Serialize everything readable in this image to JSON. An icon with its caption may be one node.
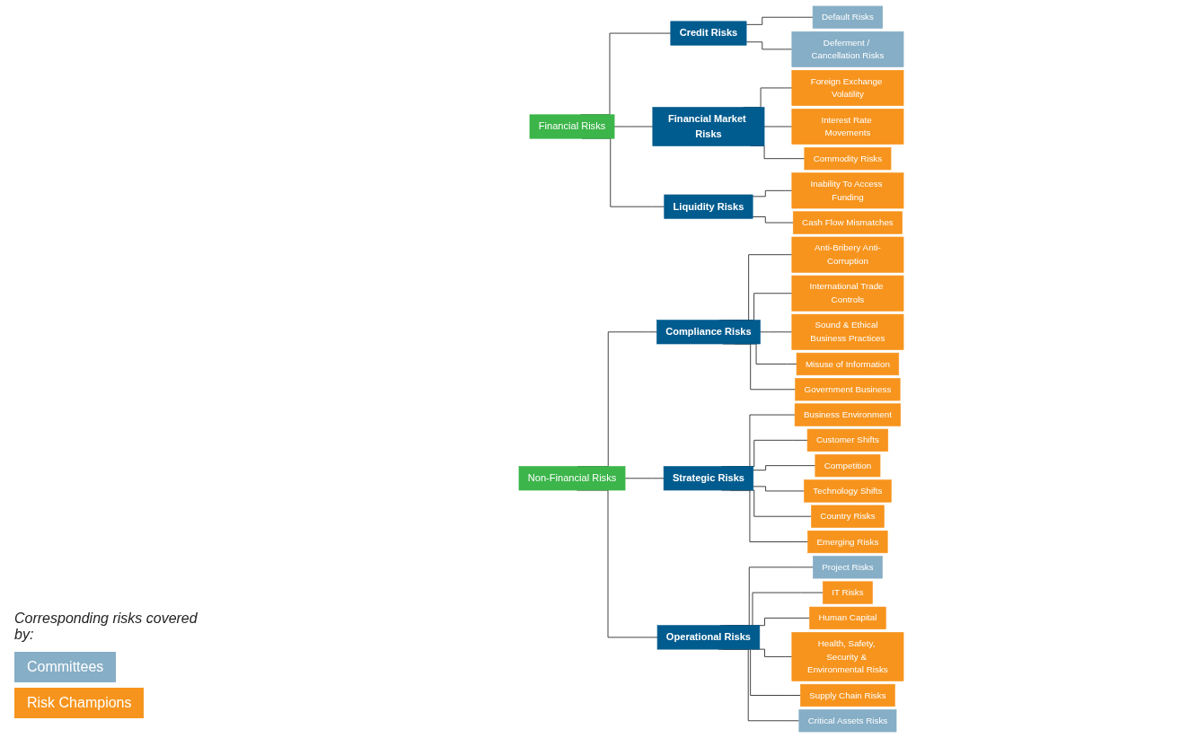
{
  "diagram": {
    "nodes": [
      {
        "text": [
          "Financial Risks"
        ]
      },
      {
        "text": [
          "Non-Financial Risks"
        ]
      },
      {
        "text": [
          "Credit Risks"
        ]
      },
      {
        "text": [
          "Financial Market Risks"
        ]
      },
      {
        "text": [
          "Liquidity Risks"
        ]
      },
      {
        "text": [
          "Compliance Risks"
        ]
      },
      {
        "text": [
          "Strategic Risks"
        ]
      },
      {
        "text": [
          "Operational Risks"
        ]
      },
      {
        "text": [
          "Default Risks"
        ]
      },
      {
        "text": [
          "Deferment / Cancellation Risks"
        ]
      },
      {
        "text": [
          "Foreign Exchange Volatility"
        ]
      },
      {
        "text": [
          "Interest Rate Movements"
        ]
      },
      {
        "text": [
          "Commodity Risks"
        ]
      },
      {
        "text": [
          "Inability To Access Funding"
        ]
      },
      {
        "text": [
          "Cash Flow Mismatches"
        ]
      },
      {
        "text": [
          "Anti-Bribery Anti-Corruption"
        ]
      },
      {
        "text": [
          "International Trade Controls"
        ]
      },
      {
        "text": [
          "Sound & Ethical Business Practices"
        ]
      },
      {
        "text": [
          "Misuse of Information"
        ]
      },
      {
        "text": [
          "Government Business"
        ]
      },
      {
        "text": [
          "Business Environment"
        ]
      },
      {
        "text": [
          "Customer Shifts"
        ]
      },
      {
        "text": [
          "Competition"
        ]
      },
      {
        "text": [
          "Technology Shifts"
        ]
      },
      {
        "text": [
          "Country Risks"
        ]
      },
      {
        "text": [
          "Emerging Risks"
        ]
      },
      {
        "text": [
          "Project Risks"
        ]
      },
      {
        "text": [
          "IT Risks"
        ]
      },
      {
        "text": [
          "Human Capital"
        ]
      },
      {
        "text": [
          "Health, Safety, Security & Environmental Risks"
        ]
      },
      {
        "text": [
          "Supply Chain Risks"
        ]
      },
      {
        "text": [
          "Critical Assets Risks"
        ]
      }
    ],
    "edges": [
      {
        "from": 0,
        "to": 2,
        "arrow": "none"
      },
      {
        "from": 0,
        "to": 3,
        "arrow": "none"
      },
      {
        "from": 0,
        "to": 4,
        "arrow": "none"
      },
      {
        "from": 1,
        "to": 5,
        "arrow": "none"
      },
      {
        "from": 1,
        "to": 6,
        "arrow": "none"
      },
      {
        "from": 1,
        "to": 7,
        "arrow": "none"
      },
      {
        "from": 2,
        "to": 8,
        "arrow": "none"
      },
      {
        "from": 2,
        "to": 9,
        "arrow": "none"
      },
      {
        "from": 3,
        "to": 10,
        "arrow": "none"
      },
      {
        "from": 3,
        "to": 11,
        "arrow": "none"
      },
      {
        "from": 3,
        "to": 12,
        "arrow": "none"
      },
      {
        "from": 4,
        "to": 13,
        "arrow": "none"
      },
      {
        "from": 4,
        "to": 14,
        "arrow": "none"
      },
      {
        "from": 5,
        "to": 15,
        "arrow": "none"
      },
      {
        "from": 5,
        "to": 16,
        "arrow": "none"
      },
      {
        "from": 5,
        "to": 17,
        "arrow": "none"
      },
      {
        "from": 5,
        "to": 18,
        "arrow": "none"
      },
      {
        "from": 5,
        "to": 19,
        "arrow": "none"
      },
      {
        "from": 6,
        "to": 20,
        "arrow": "none"
      },
      {
        "from": 6,
        "to": 21,
        "arrow": "none"
      },
      {
        "from": 6,
        "to": 22,
        "arrow": "none"
      },
      {
        "from": 6,
        "to": 23,
        "arrow": "none"
      },
      {
        "from": 6,
        "to": 24,
        "arrow": "none"
      },
      {
        "from": 6,
        "to": 25,
        "arrow": "none"
      },
      {
        "from": 7,
        "to": 26,
        "arrow": "none"
      },
      {
        "from": 7,
        "to": 27,
        "arrow": "none"
      },
      {
        "from": 7,
        "to": 28,
        "arrow": "none"
      },
      {
        "from": 7,
        "to": 29,
        "arrow": "none"
      },
      {
        "from": 7,
        "to": 30,
        "arrow": "none"
      },
      {
        "from": 7,
        "to": 31,
        "arrow": "none"
      }
    ],
    "labels": [
      "Corresponding risks covered by:"
    ],
    "legend": [
      {
        "text": "Committees",
        "color": "#86aec6"
      },
      {
        "text": "Risk Champions",
        "color": "#f7941d"
      }
    ]
  }
}
